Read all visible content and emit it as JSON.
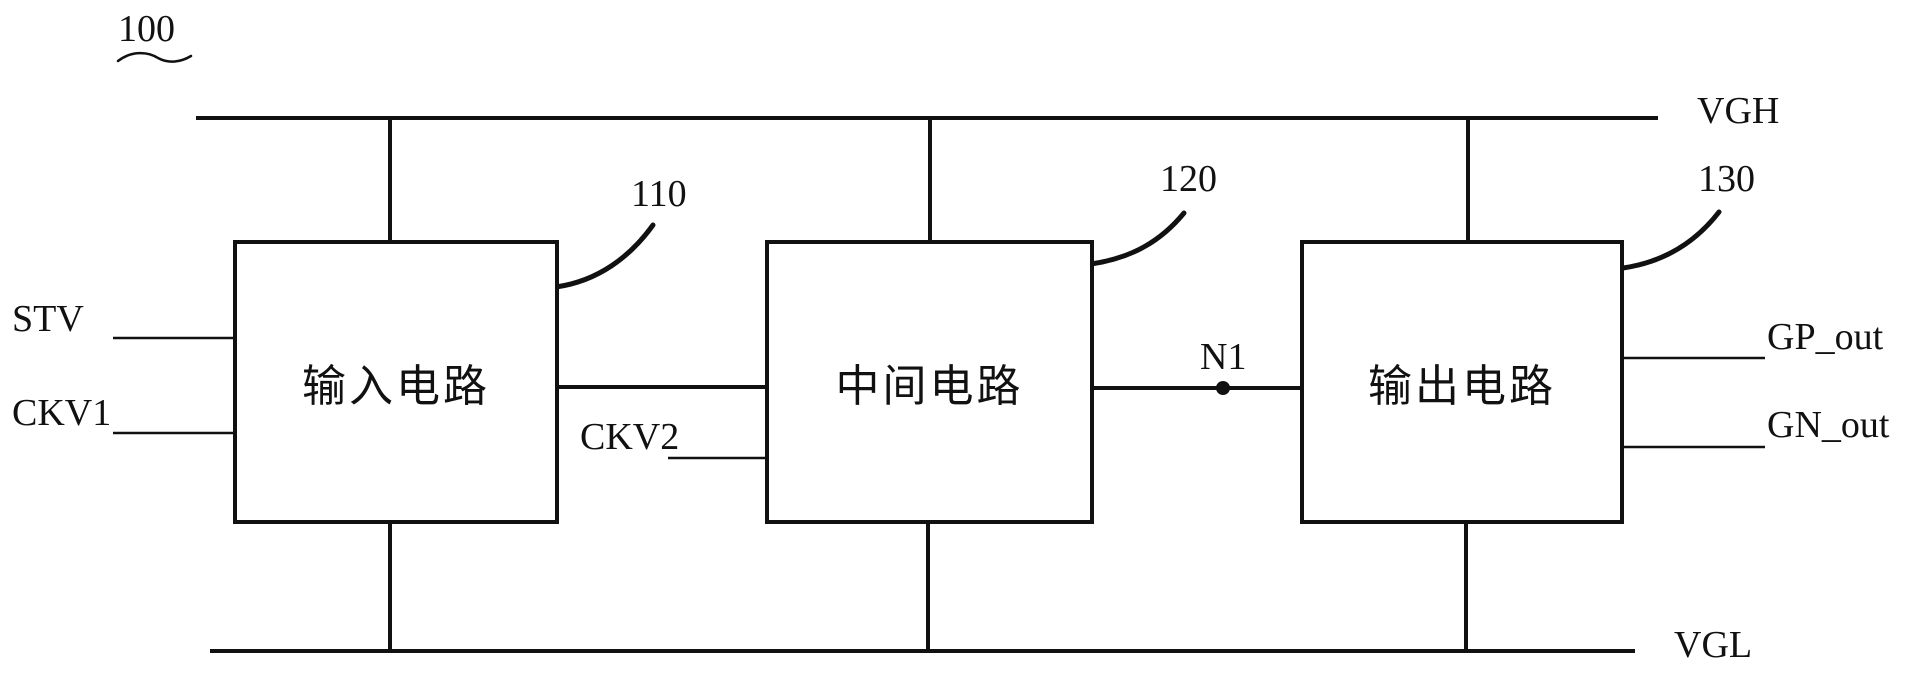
{
  "figure": {
    "ref_label": "100",
    "top_rail_label": "VGH",
    "bottom_rail_label": "VGL",
    "blocks": [
      {
        "ref": "110",
        "label": "输入电路"
      },
      {
        "ref": "120",
        "label": "中间电路"
      },
      {
        "ref": "130",
        "label": "输出电路"
      }
    ],
    "inputs": {
      "stv": "STV",
      "ckv1": "CKV1",
      "ckv2": "CKV2"
    },
    "node_label": "N1",
    "outputs": {
      "gp": "GP_out",
      "gn": "GN_out"
    },
    "colors": {
      "line": "#111111",
      "background": "#ffffff"
    }
  }
}
